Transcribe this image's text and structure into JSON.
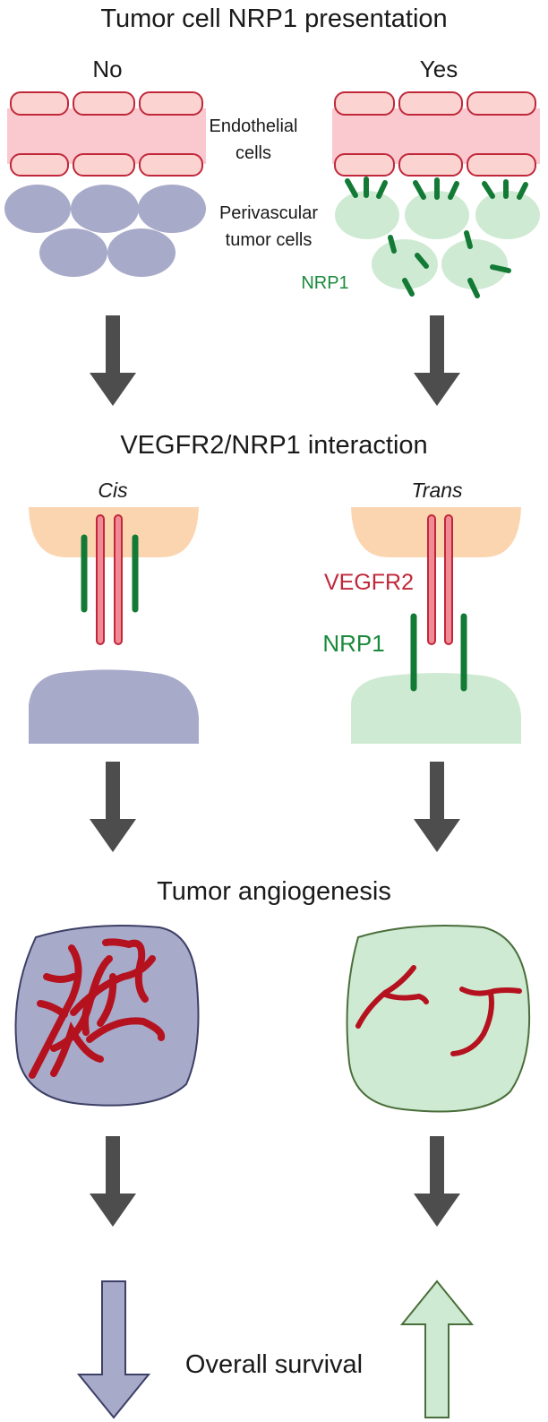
{
  "title_presentation": "Tumor cell NRP1 presentation",
  "col_no": "No",
  "col_yes": "Yes",
  "label_endothelial_1": "Endothelial",
  "label_endothelial_2": "cells",
  "label_perivascular_1": "Perivascular",
  "label_perivascular_2": "tumor cells",
  "label_nrp1_top": "NRP1",
  "title_interaction": "VEGFR2/NRP1 interaction",
  "label_cis": "Cis",
  "label_trans": "Trans",
  "label_vegfr2": "VEGFR2",
  "label_nrp1_mid": "NRP1",
  "title_angiogenesis": "Tumor angiogenesis",
  "label_survival": "Overall survival",
  "colors": {
    "endothelial_fill": "#f9c9cf",
    "endothelial_stroke": "#c0283a",
    "cell_blue": "#a8aac9",
    "cell_green": "#cfead3",
    "nrp1_green": "#137a36",
    "vegfr2_red": "#c0283a",
    "vegfr2_fill": "#f08a94",
    "orange_cell": "#fbd5b0",
    "arrow_gray": "#4d4d4d"
  }
}
